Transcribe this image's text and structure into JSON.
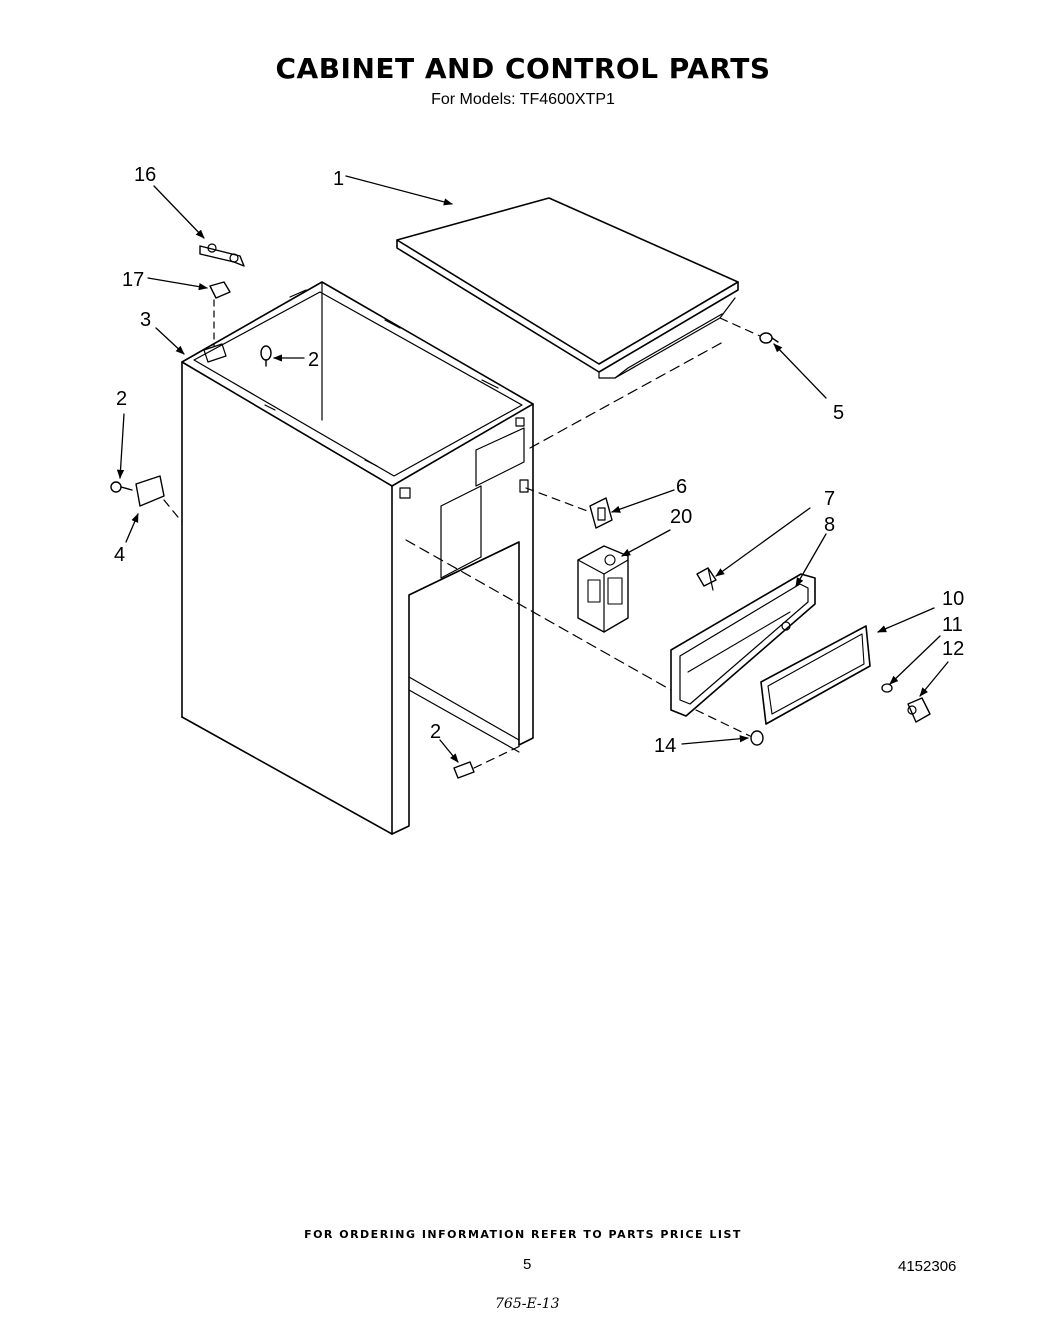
{
  "title": "CABINET AND CONTROL PARTS",
  "subtitle": "For Models: TF4600XTP1",
  "callouts": {
    "c1": "1",
    "c2a": "2",
    "c2b": "2",
    "c2c": "2",
    "c3": "3",
    "c4": "4",
    "c5": "5",
    "c6": "6",
    "c7": "7",
    "c8": "8",
    "c10": "10",
    "c11": "11",
    "c12": "12",
    "c14": "14",
    "c16": "16",
    "c17": "17",
    "c20": "20"
  },
  "footer": {
    "ordering_note": "FOR ORDERING INFORMATION REFER TO PARTS PRICE LIST",
    "page_number": "5",
    "doc_number": "4152306",
    "handwritten": "765-E-13"
  }
}
